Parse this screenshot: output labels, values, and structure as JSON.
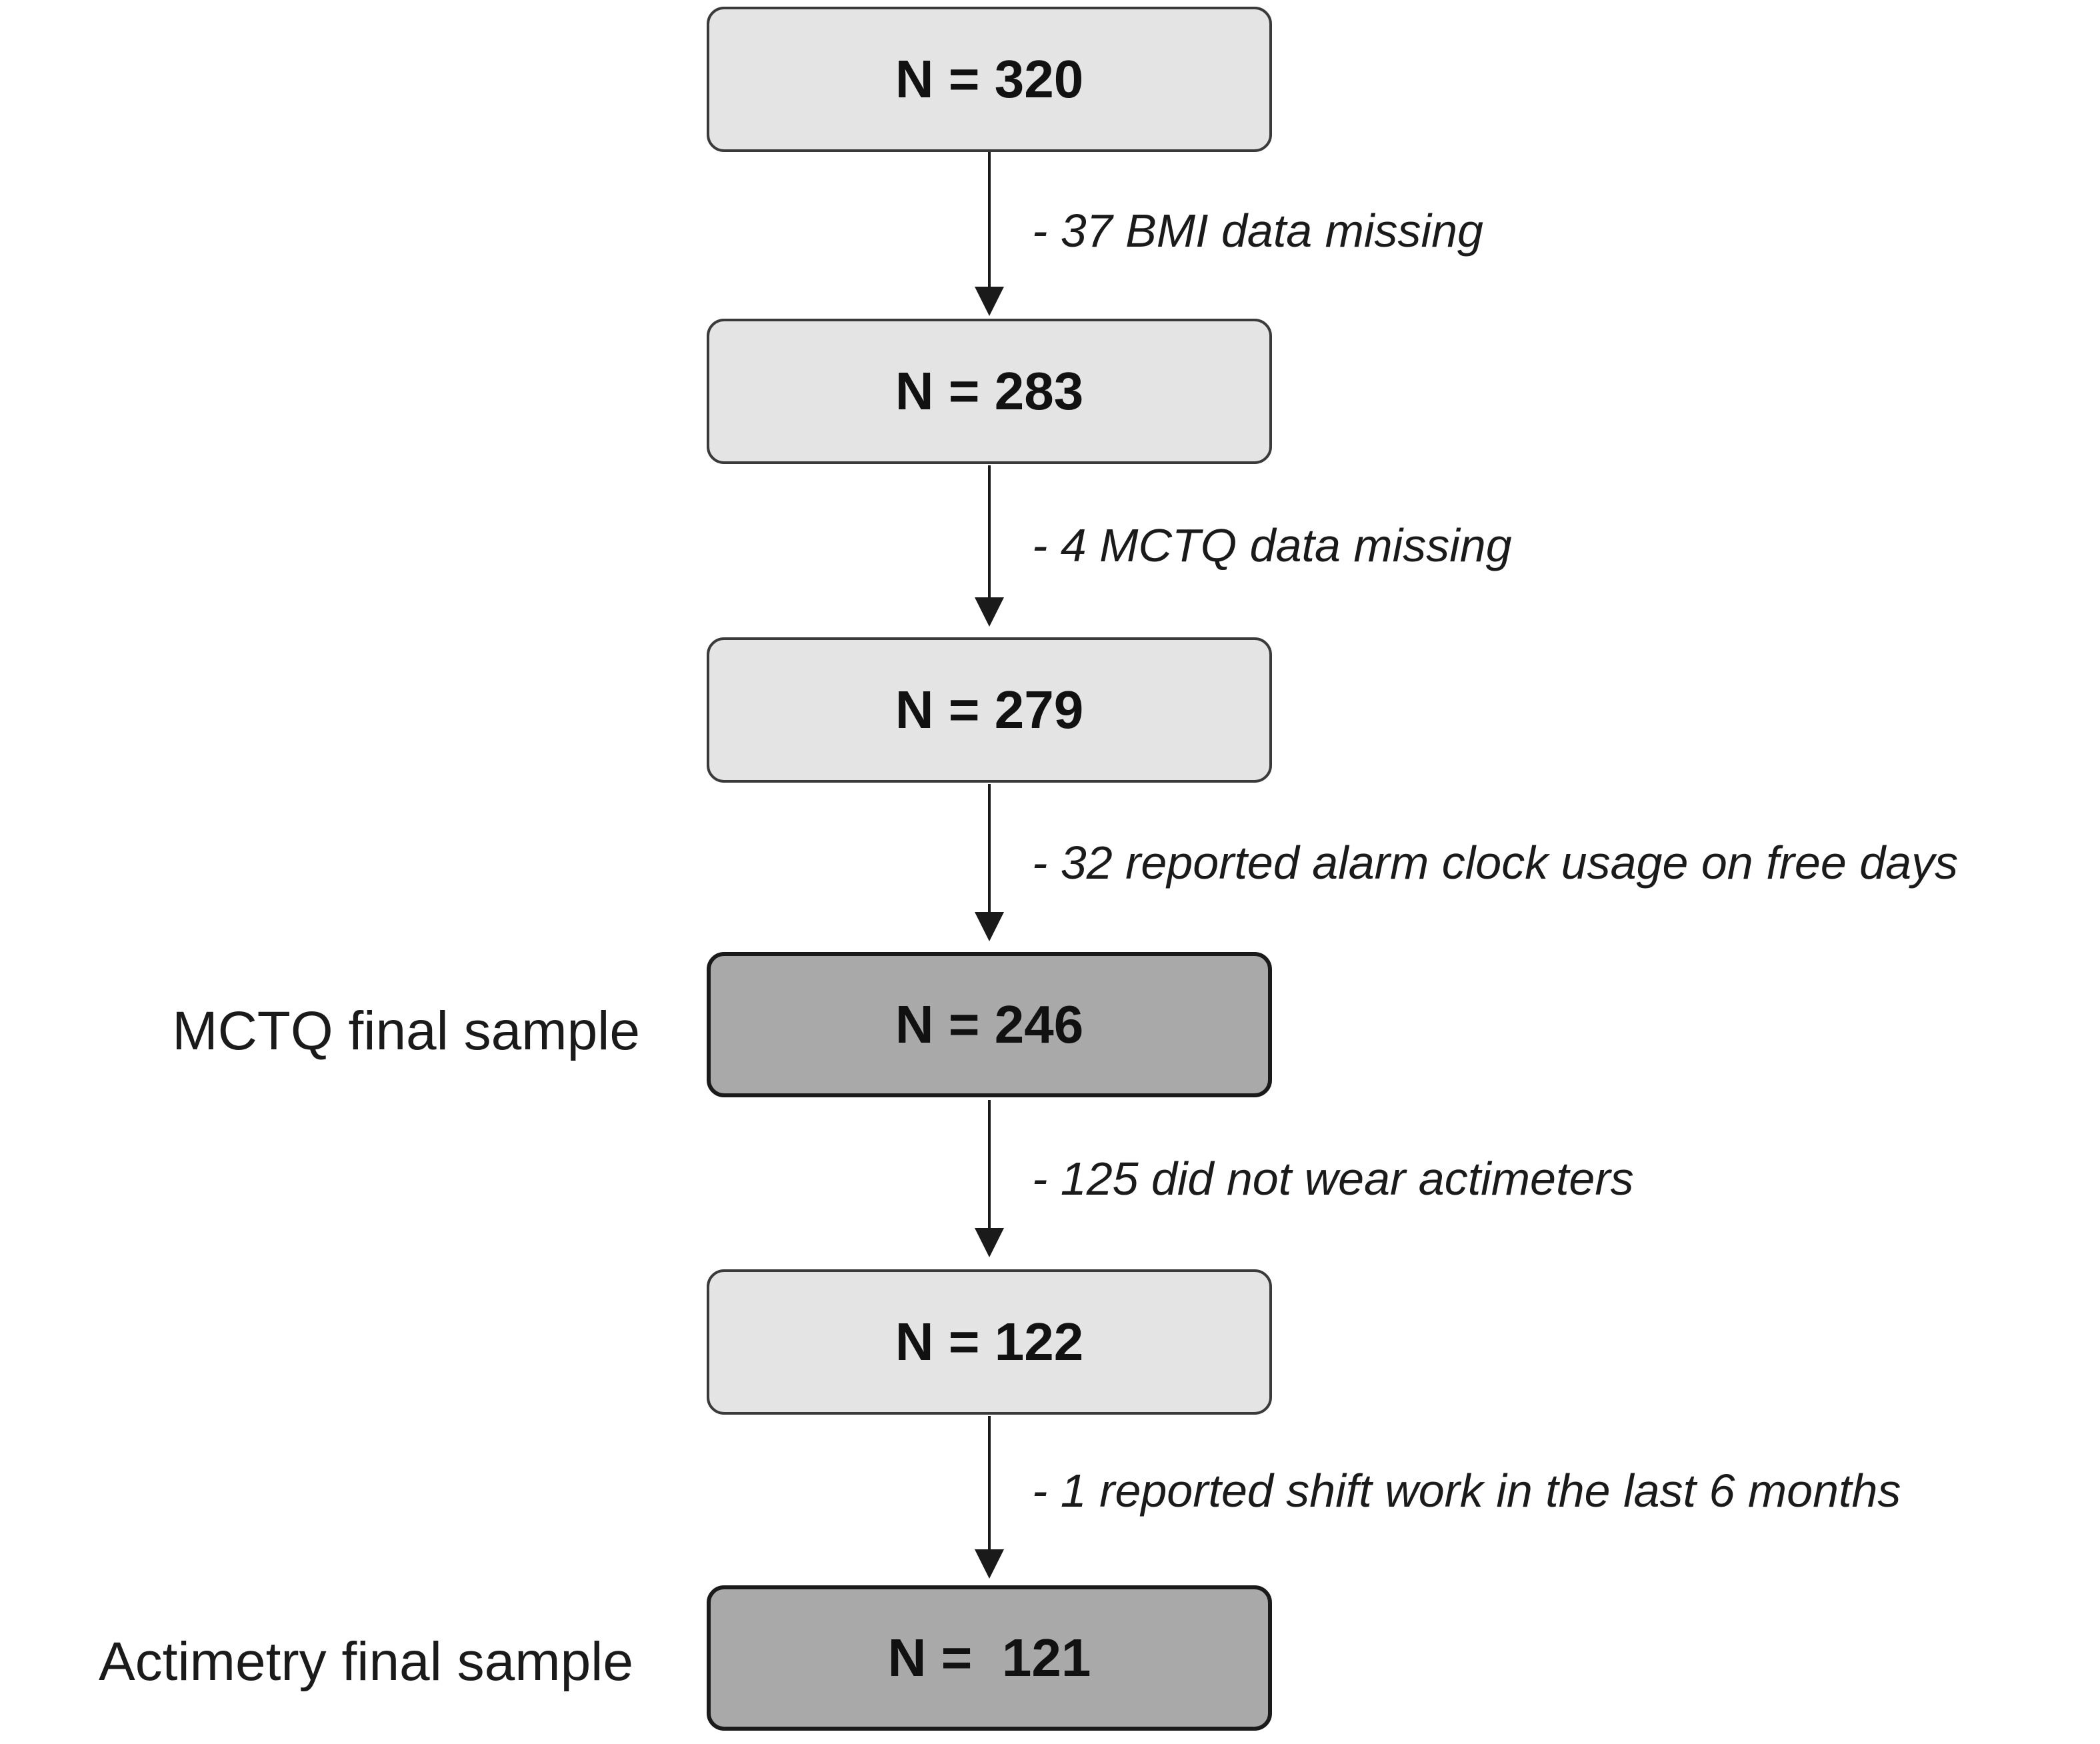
{
  "boxes": {
    "b0": "N = 320",
    "b1": "N = 283",
    "b2": "N = 279",
    "b3": "N = 246",
    "b4": "N = 122",
    "b5": "N =  121"
  },
  "exclusions": {
    "e0": "- 37 BMI data missing",
    "e1": "- 4 MCTQ data missing",
    "e2": "- 32 reported alarm clock usage on free days",
    "e3": "- 125 did not wear actimeters",
    "e4": "- 1 reported shift work in the last 6 months"
  },
  "side_labels": {
    "mctq": "MCTQ final sample",
    "actimetry": "Actimetry final sample"
  },
  "colors": {
    "box_light": "#e4e4e4",
    "box_dark": "#a9a9a9",
    "line": "#1a1a1a"
  }
}
